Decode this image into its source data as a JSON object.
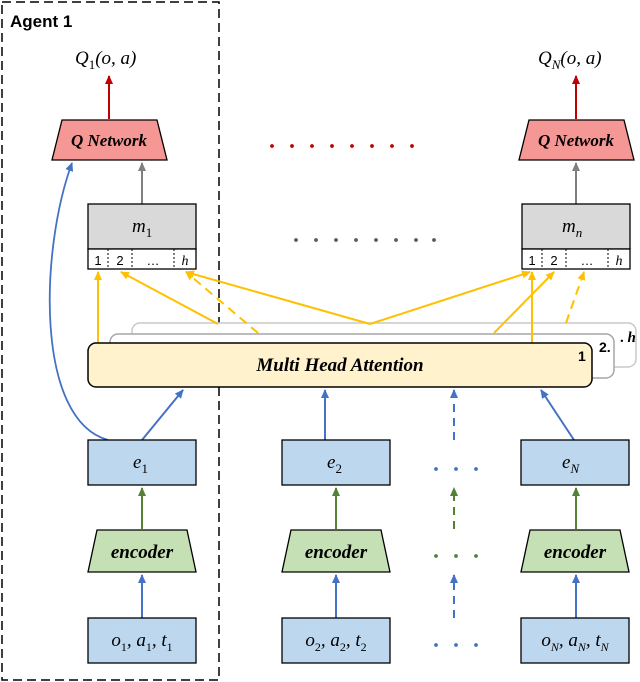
{
  "agent_label": "Agent 1",
  "q_outputs": {
    "first": {
      "main": "Q",
      "sub": "1",
      "args": "(o, a)"
    },
    "last": {
      "main": "Q",
      "sub": "N",
      "args": "(o, a)"
    }
  },
  "q_network_label": "Q Network",
  "message_boxes": {
    "first": {
      "main": "m",
      "sub": "1"
    },
    "last": {
      "main": "m",
      "sub": "n"
    }
  },
  "head_cells": {
    "first": [
      "1",
      "2",
      "…",
      "h"
    ],
    "last": [
      "1",
      "2",
      "…",
      "h"
    ]
  },
  "attention": {
    "label": "Multi Head Attention",
    "layer_labels": [
      "1",
      "2",
      "h"
    ]
  },
  "embeddings": [
    {
      "main": "e",
      "sub": "1"
    },
    {
      "main": "e",
      "sub": "2"
    },
    {
      "main": "e",
      "sub": "N"
    }
  ],
  "encoder_label": "encoder",
  "inputs": [
    {
      "o": "o",
      "a": "a",
      "t": "t",
      "sub": "1"
    },
    {
      "o": "o",
      "a": "a",
      "t": "t",
      "sub": "2"
    },
    {
      "o": "o",
      "a": "a",
      "t": "t",
      "sub": "N"
    }
  ],
  "colors": {
    "q_network_fill": "#f59794",
    "q_arrow": "#c00000",
    "message_fill": "#d9d9d9",
    "attention_fill": "#fff2cc",
    "attention_arrow": "#ffc000",
    "embedding_fill": "#bdd7ee",
    "encoder_fill": "#c5e0b4",
    "encoder_arrow": "#548235",
    "input_arrow": "#4472c4",
    "gray_arrow": "#7f7f7f",
    "dots_red": "#c00000",
    "dots_gray": "#595959"
  }
}
